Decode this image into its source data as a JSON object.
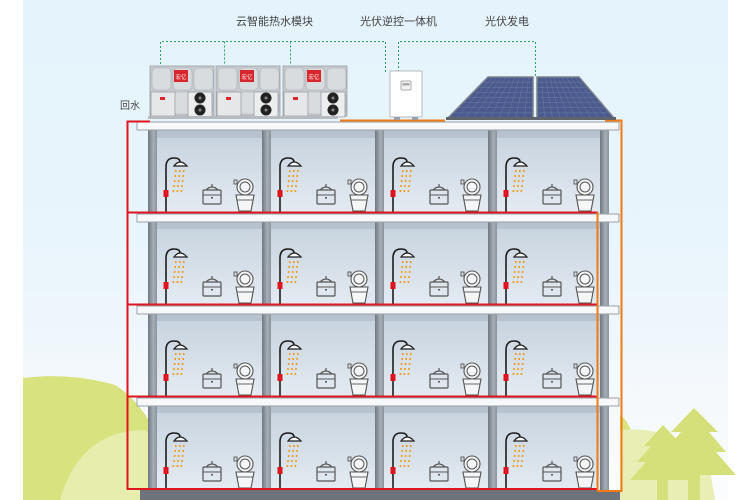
{
  "labels": {
    "heat_module": "云智能热水模块",
    "inverter": "光伏逆控一体机",
    "pv": "光伏发电",
    "return_water": "回水"
  },
  "module_brand": "宏亿",
  "building": {
    "floors": 4,
    "rooms_per_floor": 4,
    "fixtures": [
      "shower-icon",
      "washbasin-icon",
      "toilet-icon"
    ]
  },
  "colors": {
    "hot_water_pipe": "#e0141e",
    "return_pipe": "#f07a14",
    "signal_line": "#2aa35a",
    "room_fill": "#cdd8e3",
    "column": "#7c8590",
    "hill_dark": "#d8e27e",
    "hill_light": "#e7edac",
    "tree": "#d6e07a",
    "solar_panel": "#4b5a8c"
  }
}
